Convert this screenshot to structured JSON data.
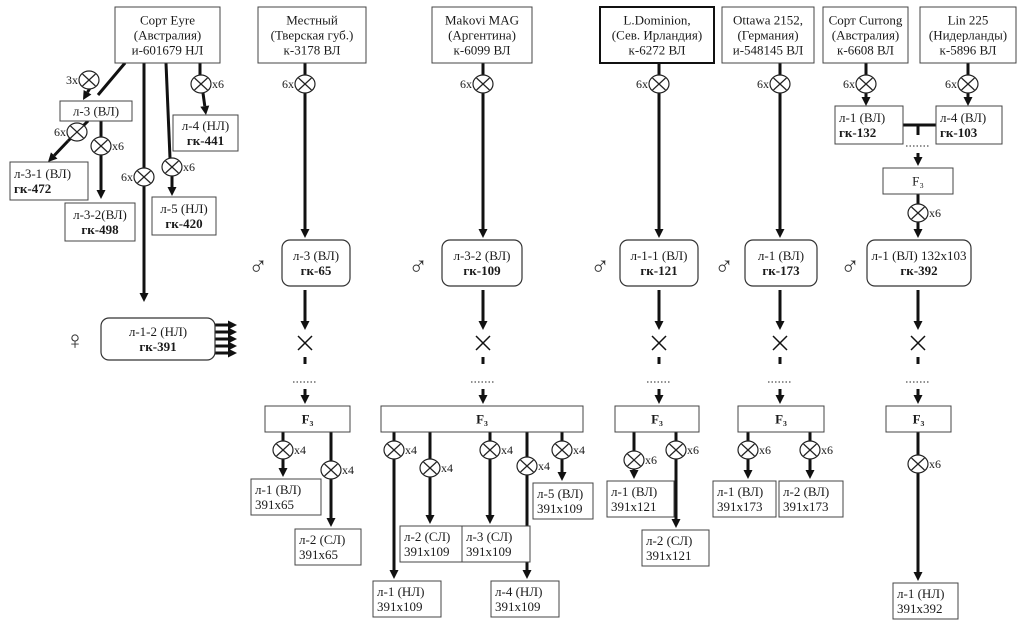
{
  "colors": {
    "line": "#111111",
    "box_border": "#444444",
    "background": "#ffffff"
  },
  "symbols": {
    "male": "♂",
    "female": "♀",
    "f3": "F₃"
  },
  "sources": [
    {
      "id": "eyre",
      "lines": [
        "Сорт Eyre",
        "(Австралия)",
        "и-601679 НЛ"
      ]
    },
    {
      "id": "mestny",
      "lines": [
        "Местный",
        "(Тверская губ.)",
        "к-3178 ВЛ"
      ]
    },
    {
      "id": "makovi",
      "lines": [
        "Makovi MAG",
        "(Аргентина)",
        "к-6099 ВЛ"
      ]
    },
    {
      "id": "dominion",
      "lines": [
        "L.Dominion,",
        "(Сев. Ирландия)",
        "к-6272 ВЛ"
      ]
    },
    {
      "id": "ottawa",
      "lines": [
        "Ottawa 2152,",
        "(Германия)",
        "и-548145 ВЛ"
      ]
    },
    {
      "id": "currong",
      "lines": [
        "Сорт Currong",
        "(Австралия)",
        "к-6608 ВЛ"
      ]
    },
    {
      "id": "lin225",
      "lines": [
        "Lin 225",
        "(Нидерланды)",
        "к-5896 ВЛ"
      ]
    }
  ],
  "eyre_branches": {
    "l3": {
      "line": "л-3 (ВЛ)",
      "label": "3x"
    },
    "l31": {
      "line": "л-3-1 (ВЛ)",
      "code": "гк-472",
      "label": "6x"
    },
    "l32": {
      "line": "л-3-2(ВЛ)",
      "code": "гк-498",
      "label": "x6"
    },
    "l4": {
      "line": "л-4 (НЛ)",
      "code": "гк-441",
      "label": "x6"
    },
    "l5": {
      "line": "л-5 (НЛ)",
      "code": "гк-420",
      "label": "x6"
    },
    "l12_label": "6x"
  },
  "female": {
    "line": "л-1-2 (НЛ)",
    "code": "гк-391"
  },
  "currong_lines": {
    "l1": {
      "line": "л-1 (ВЛ)",
      "code": "гк-132",
      "label": "6x"
    },
    "l4": {
      "line": "л-4 (ВЛ)",
      "code": "гк-103",
      "label": "6x"
    },
    "f3_label": "x6"
  },
  "males": [
    {
      "line": "л-3 (ВЛ)",
      "code": "гк-65",
      "label": "6x"
    },
    {
      "line": "л-3-2 (ВЛ)",
      "code": "гк-109",
      "label": "6x"
    },
    {
      "line": "л-1-1 (ВЛ)",
      "code": "гк-121",
      "label": "6x"
    },
    {
      "line": "л-1 (ВЛ)",
      "code": "гк-173",
      "label": "6x"
    },
    {
      "line": "л-1 (ВЛ) 132x103",
      "code": "гк-392"
    }
  ],
  "progeny": {
    "g65": [
      {
        "line": "л-1 (ВЛ)",
        "cross": "391x65",
        "label": "x4"
      },
      {
        "line": "л-2 (СЛ)",
        "cross": "391x65",
        "label": "x4"
      }
    ],
    "g109": [
      {
        "line": "л-1 (НЛ)",
        "cross": "391x109",
        "label": "x4"
      },
      {
        "line": "л-2 (СЛ)",
        "cross": "391x109",
        "label": "x4"
      },
      {
        "line": "л-3 (СЛ)",
        "cross": "391x109",
        "label": "x4"
      },
      {
        "line": "л-4 (НЛ)",
        "cross": "391x109",
        "label": "x4"
      },
      {
        "line": "л-5 (ВЛ)",
        "cross": "391x109",
        "label": "x4"
      }
    ],
    "g121": [
      {
        "line": "л-1 (ВЛ)",
        "cross": "391x121",
        "label": "x6"
      },
      {
        "line": "л-2 (СЛ)",
        "cross": "391x121",
        "label": "x6"
      }
    ],
    "g173": [
      {
        "line": "л-1 (ВЛ)",
        "cross": "391x173",
        "label": "x6"
      },
      {
        "line": "л-2 (ВЛ)",
        "cross": "391x173",
        "label": "x6"
      }
    ],
    "g392": [
      {
        "line": "л-1 (НЛ)",
        "cross": "391x392",
        "label": "x6"
      }
    ]
  }
}
